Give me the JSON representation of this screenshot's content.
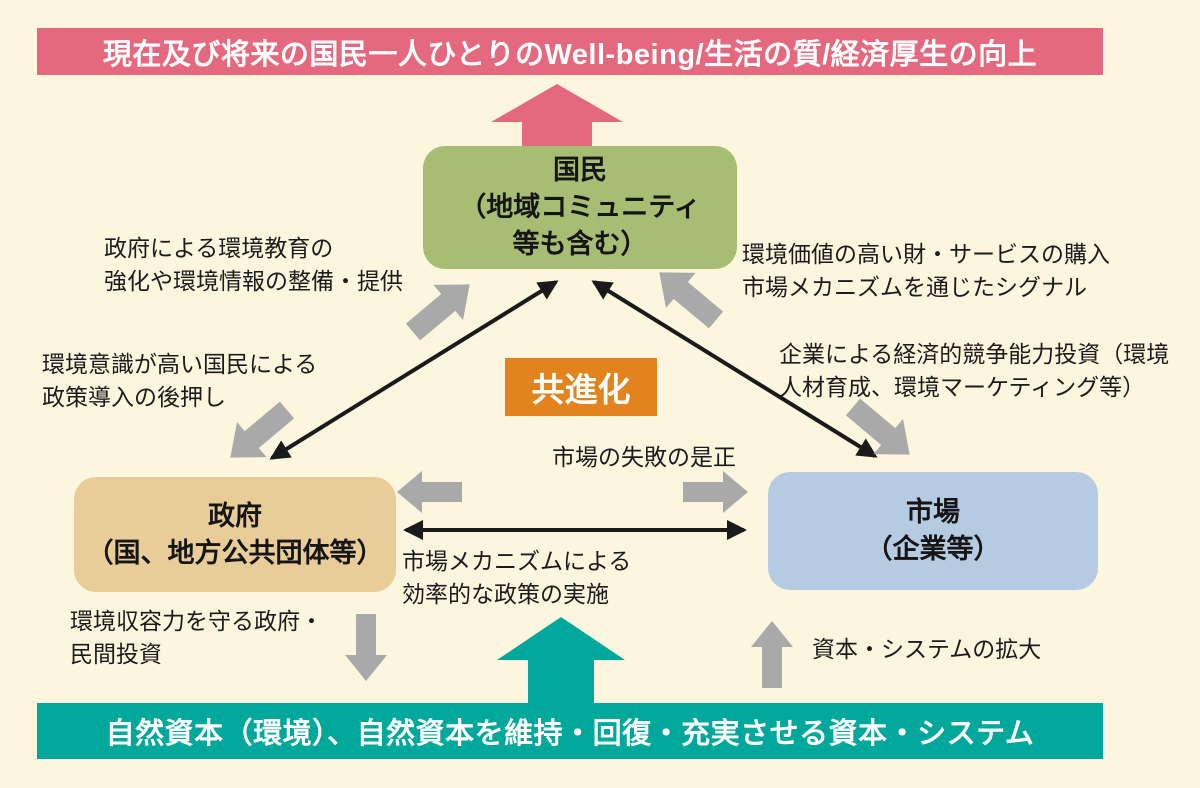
{
  "top_banner": {
    "text": "現在及び将来の国民一人ひとりのWell-being/生活の質/経済厚生の向上"
  },
  "bottom_banner": {
    "text": "自然資本（環境）、自然資本を維持・回復・充実させる資本・システム"
  },
  "nodes": {
    "citizens": {
      "line1": "国民",
      "line2": "（地域コミュニティ",
      "line3": "等も含む）"
    },
    "government": {
      "line1": "政府",
      "line2": "（国、地方公共団体等）"
    },
    "market": {
      "line1": "市場",
      "line2": "（企業等）"
    },
    "coevolution": {
      "label": "共進化"
    }
  },
  "edge_labels": {
    "gov_to_citizens": {
      "line1": "政府による環境教育の",
      "line2": "強化や環境情報の整備・提供"
    },
    "market_to_citizens": {
      "line1": "環境価値の高い財・サービスの購入",
      "line2": "市場メカニズムを通じたシグナル"
    },
    "citizens_to_gov": {
      "line1": "環境意識が高い国民による",
      "line2": "政策導入の後押し"
    },
    "citizens_to_market": {
      "line1": "企業による経済的競争能力投資（環境",
      "line2": "人材育成、環境マーケティング等）"
    },
    "market_failure": {
      "text": "市場の失敗の是正"
    },
    "market_mechanism": {
      "line1": "市場メカニズムによる",
      "line2": "効率的な政策の実施"
    },
    "gov_to_nature": {
      "line1": "環境収容力を守る政府・",
      "line2": "民間投資"
    },
    "capital_expansion": {
      "text": "資本・システムの拡大"
    }
  },
  "colors": {
    "background": "#fbf6dd",
    "top_banner": "#e5697e",
    "bottom_banner": "#00a79b",
    "citizens_box": "#a8bd74",
    "government_box": "#e9cd98",
    "market_box": "#b5cbe2",
    "coevolution_box": "#e2831e",
    "block_arrow_gray": "#a9a9a9",
    "line_arrow_black": "#1a1a1a"
  }
}
